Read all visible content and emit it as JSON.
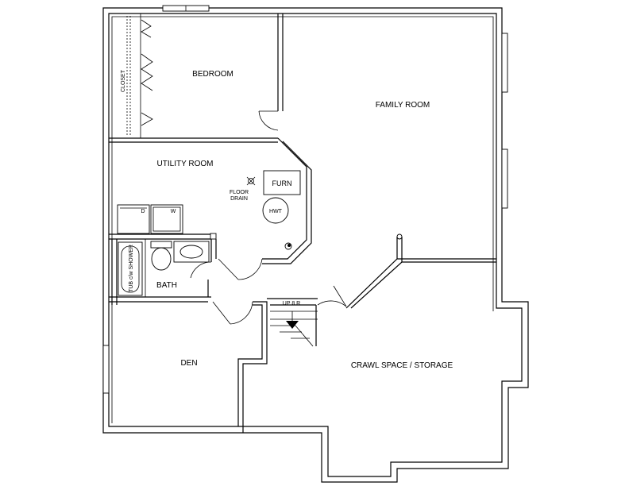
{
  "rooms": {
    "bedroom": "BEDROOM",
    "family_room": "FAMILY ROOM",
    "utility_room": "UTILITY ROOM",
    "closet": "CLOSET",
    "bath": "BATH",
    "den": "DEN",
    "crawl_space": "CRAWL SPACE / STORAGE"
  },
  "fixtures": {
    "furnace": "FURN",
    "hot_water_tank": "HWT",
    "floor_drain_line1": "FLOOR",
    "floor_drain_line2": "DRAIN",
    "dryer": "D",
    "washer": "W",
    "tub_shower": "TUB c/w SHOWER"
  },
  "stairs": {
    "label": "UP 8 R"
  }
}
